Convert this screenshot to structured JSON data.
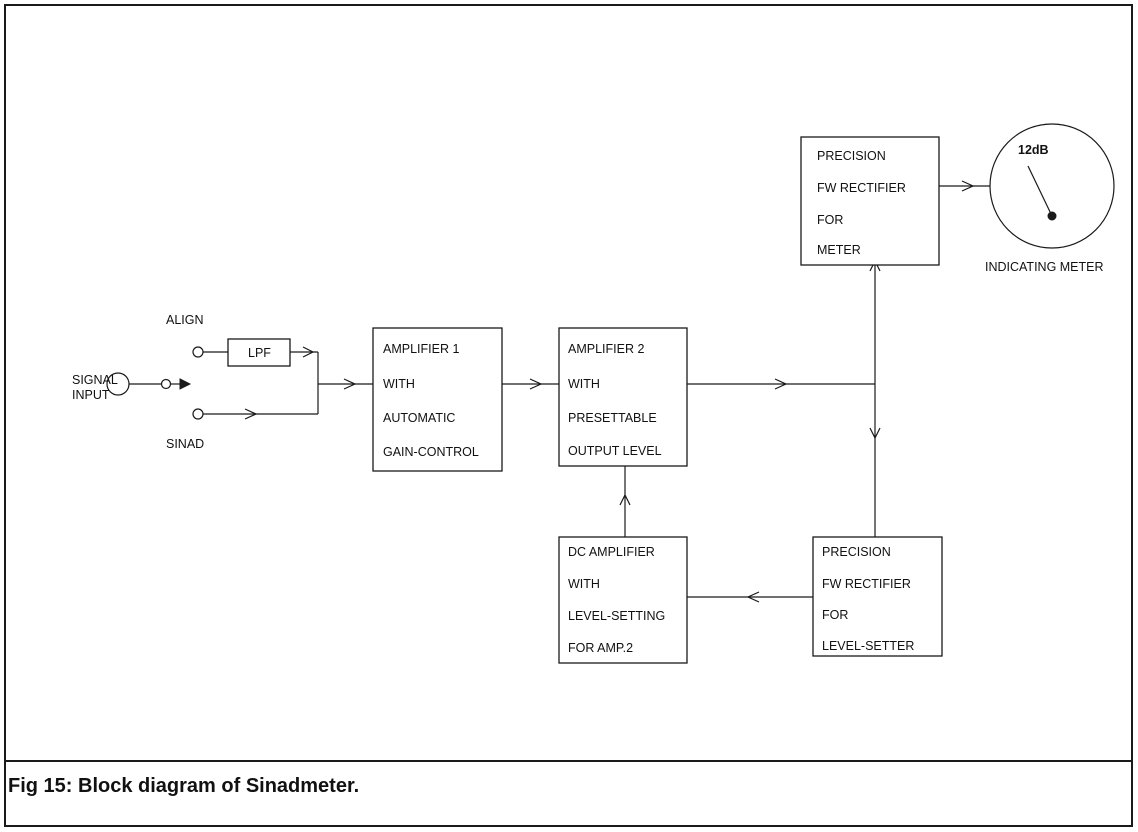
{
  "figure": {
    "caption": "Fig 15: Block diagram of Sinadmeter."
  },
  "inputs": {
    "signal_input": [
      "SIGNAL",
      "INPUT"
    ],
    "align": "ALIGN",
    "sinad": "SINAD",
    "lpf": "LPF"
  },
  "blocks": {
    "amplifier1": [
      "AMPLIFIER 1",
      "WITH",
      "AUTOMATIC",
      "GAIN-CONTROL"
    ],
    "amplifier2": [
      "AMPLIFIER 2",
      "WITH",
      "PRESETTABLE",
      "OUTPUT LEVEL"
    ],
    "rectifier_meter": [
      "PRECISION",
      "FW  RECTIFIER",
      "FOR",
      "METER"
    ],
    "rectifier_level": [
      "PRECISION",
      "FW  RECTIFIER",
      "FOR",
      "LEVEL-SETTER"
    ],
    "dc_amplifier": [
      "DC AMPLIFIER",
      "WITH",
      "LEVEL-SETTING",
      "FOR AMP.2"
    ]
  },
  "meter": {
    "scale_label": "12dB",
    "label": "INDICATING METER"
  }
}
